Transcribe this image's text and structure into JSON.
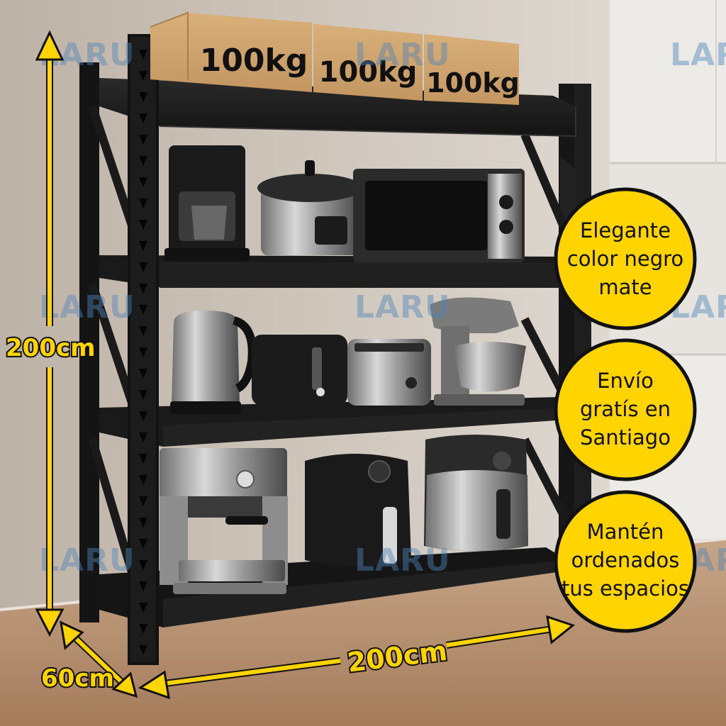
{
  "watermark": "LARU",
  "boxes": [
    "100kg",
    "100kg",
    "100kg"
  ],
  "dimensions": {
    "height": "200cm",
    "width": "200cm",
    "depth": "60cm"
  },
  "badges": [
    [
      "Elegante",
      "color negro",
      "mate"
    ],
    [
      "Envío",
      "gratís en",
      "Santiago"
    ],
    [
      "Mantén",
      "ordenados",
      "tus espacios"
    ]
  ],
  "colors": {
    "accent": "#ffd400",
    "shelf": "#1b1b1b",
    "wall": "#c9c0b6",
    "floor": "#b99372"
  }
}
